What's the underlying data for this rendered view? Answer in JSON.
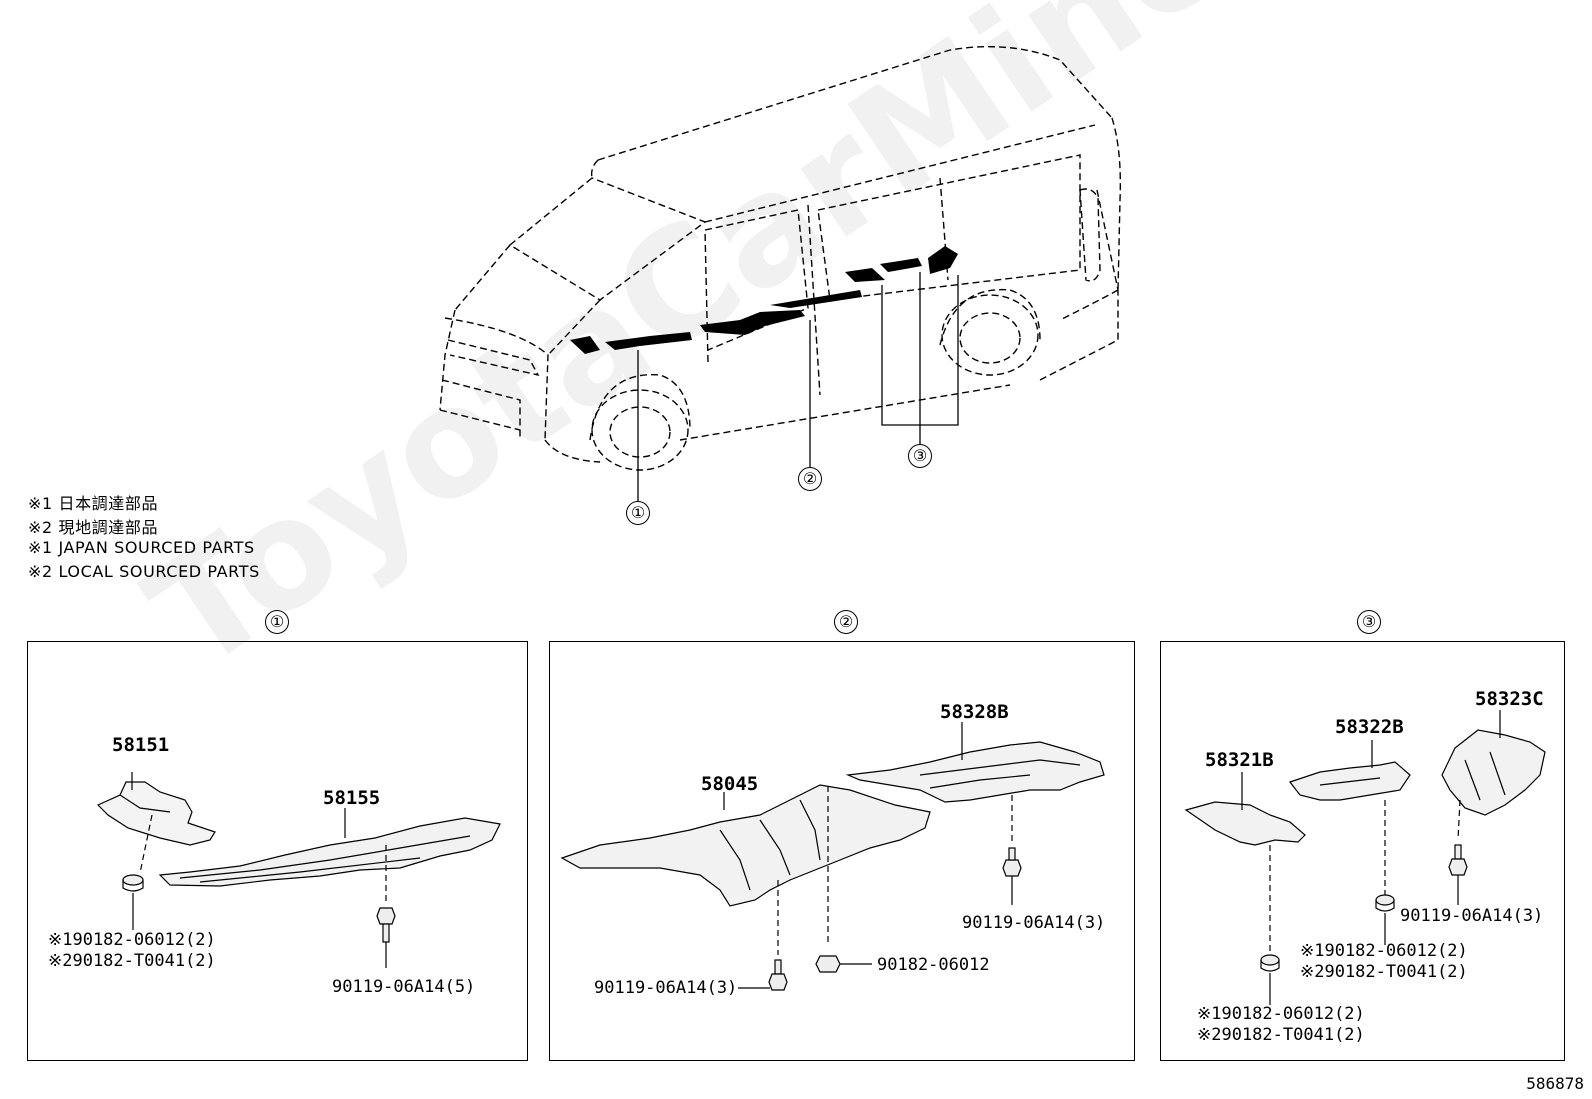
{
  "notes": [
    "※1 日本調達部品",
    "※2 現地調達部品",
    "※1 JAPAN SOURCED PARTS",
    "※2 LOCAL SOURCED PARTS"
  ],
  "callouts": [
    "①",
    "②",
    "③"
  ],
  "panels": [
    {
      "label": "①",
      "parts": {
        "p1": "58151",
        "p2": "58155",
        "c1": "※190182-06012(2)",
        "c2": "※290182-T0041(2)",
        "bolt": "90119-06A14(5)"
      }
    },
    {
      "label": "②",
      "parts": {
        "p1": "58045",
        "p2": "58328B",
        "bolt_right": "90119-06A14(3)",
        "bolt_left": "90119-06A14(3)",
        "nut": "90182-06012"
      }
    },
    {
      "label": "③",
      "parts": {
        "p1": "58321B",
        "p2": "58322B",
        "p3": "58323C",
        "bolt": "90119-06A14(3)",
        "c1a": "※190182-06012(2)",
        "c2a": "※290182-T0041(2)",
        "c1b": "※190182-06012(2)",
        "c2b": "※290182-T0041(2)"
      }
    }
  ],
  "watermark": "ToyotaCarMine.ru",
  "figure_number": "586878"
}
